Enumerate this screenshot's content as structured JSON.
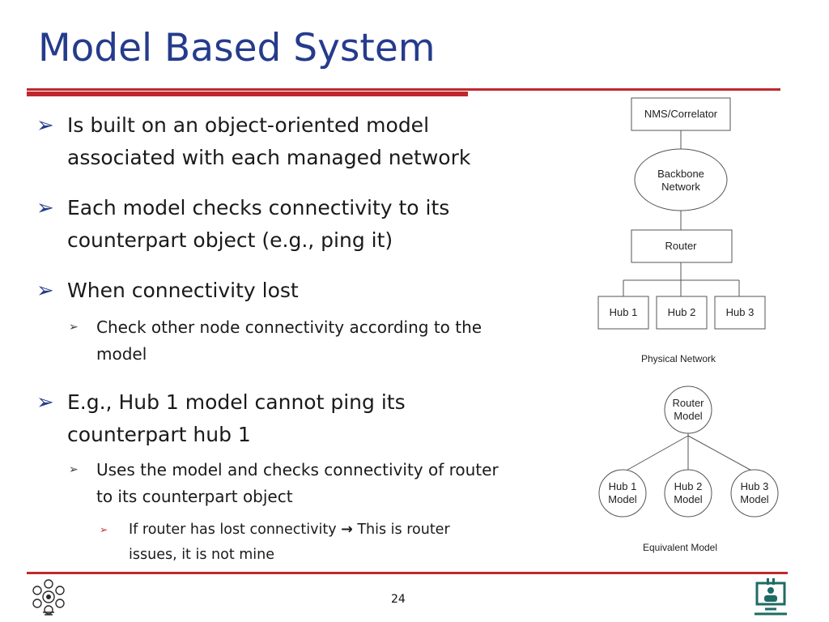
{
  "slide": {
    "title": "Model Based System",
    "page_number": "24"
  },
  "bullets": [
    {
      "level": 1,
      "lines": [
        "Is built on an object-oriented model",
        "associated with each managed network"
      ]
    },
    {
      "level": 1,
      "lines": [
        "Each model checks connectivity to its",
        "counterpart object (e.g., ping it)"
      ]
    },
    {
      "level": 1,
      "lines": [
        "When connectivity lost"
      ]
    },
    {
      "level": 2,
      "lines": [
        "Check other node connectivity according to the",
        "model"
      ]
    },
    {
      "level": 1,
      "lines": [
        "E.g., Hub 1 model cannot ping its",
        "counterpart hub 1"
      ]
    },
    {
      "level": 2,
      "lines": [
        "Uses the model and checks connectivity of router",
        "to its counterpart object"
      ]
    },
    {
      "level": 3,
      "line1_before": "If router has lost connectivity ",
      "arrow": "→",
      "line1_after": " This is router",
      "line2": "issues, it is not mine"
    }
  ],
  "diagram": {
    "physical": {
      "nms": "NMS/Correlator",
      "backbone_line1": "Backbone",
      "backbone_line2": "Network",
      "router": "Router",
      "hubs": [
        "Hub 1",
        "Hub 2",
        "Hub 3"
      ],
      "caption": "Physical Network"
    },
    "equivalent": {
      "router_line1": "Router",
      "router_line2": "Model",
      "hubs": [
        {
          "line1": "Hub 1",
          "line2": "Model"
        },
        {
          "line1": "Hub 2",
          "line2": "Model"
        },
        {
          "line1": "Hub 3",
          "line2": "Model"
        }
      ],
      "caption": "Equivalent Model"
    }
  },
  "colors": {
    "title": "#253b8c",
    "rule": "#c0272d",
    "bullet_marker": "#253b8c",
    "sub_sub_marker": "#c0272d",
    "right_logo": "#1e6b63"
  },
  "icons": {
    "level1_marker": "arrow-bullet-icon",
    "left_logo": "university-seal-logo",
    "right_logo": "computer-engineering-logo"
  }
}
